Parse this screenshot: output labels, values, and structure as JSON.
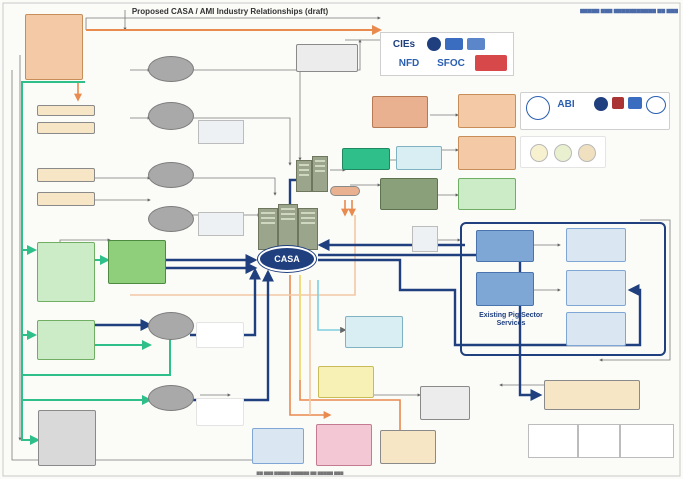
{
  "title": "Proposed CASA / AMI Industry Relationships (draft)",
  "hub": {
    "label": "CASA"
  },
  "logos": {
    "top": [
      "CIEs",
      "NFD",
      "SFOC"
    ],
    "standards": [
      "ABI"
    ]
  },
  "sections": {
    "existing_services": "Existing Pig Sector Services"
  },
  "colors": {
    "orange": "#f3c9a6",
    "salmon": "#e9b18f",
    "sand": "#f6e6c6",
    "green_light": "#ccecc8",
    "green_mid": "#8fcf7c",
    "green_dark": "#8aa07a",
    "teal": "#2fbf8a",
    "blue_dark": "#1f3f7e",
    "blue_box": "#7fa7d6",
    "blue_light": "#dbe6f3",
    "cyan_light": "#d9eef3",
    "yellow": "#f7f1b6",
    "pink": "#f4c7d4",
    "grey": "#d9d9d9",
    "oval": "#a9a9a9"
  }
}
